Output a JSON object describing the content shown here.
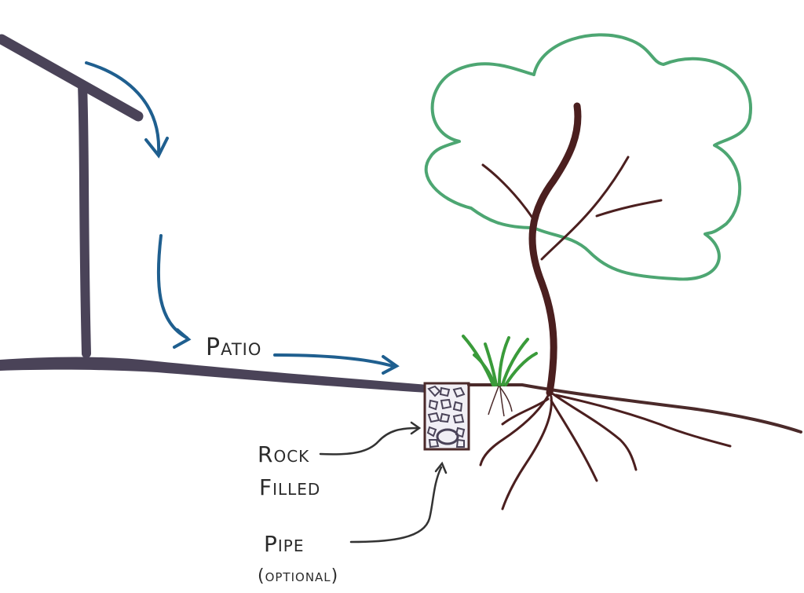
{
  "diagram": {
    "labels": {
      "patio": "Patio",
      "rock_line1": "Rock",
      "rock_line2": "Filled",
      "pipe_line1": "Pipe",
      "pipe_line2": "(optional)"
    },
    "colors": {
      "structure": "#4a4358",
      "arrow_blue": "#1f5f8f",
      "tree_trunk": "#4b1f1f",
      "canopy": "#4da672",
      "grass": "#3a9b3a",
      "ground": "#4b2a2a",
      "pointer": "#333333"
    }
  }
}
